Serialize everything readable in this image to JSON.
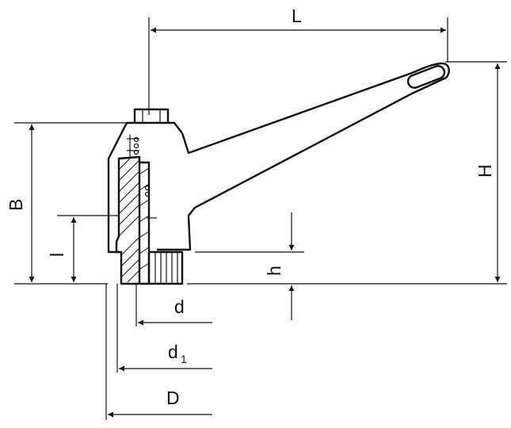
{
  "dimensions": {
    "L": "L",
    "H": "H",
    "B": "B",
    "l": "l",
    "h": "h",
    "d": "d",
    "d1_main": "d",
    "d1_sub": "1",
    "D": "D"
  }
}
